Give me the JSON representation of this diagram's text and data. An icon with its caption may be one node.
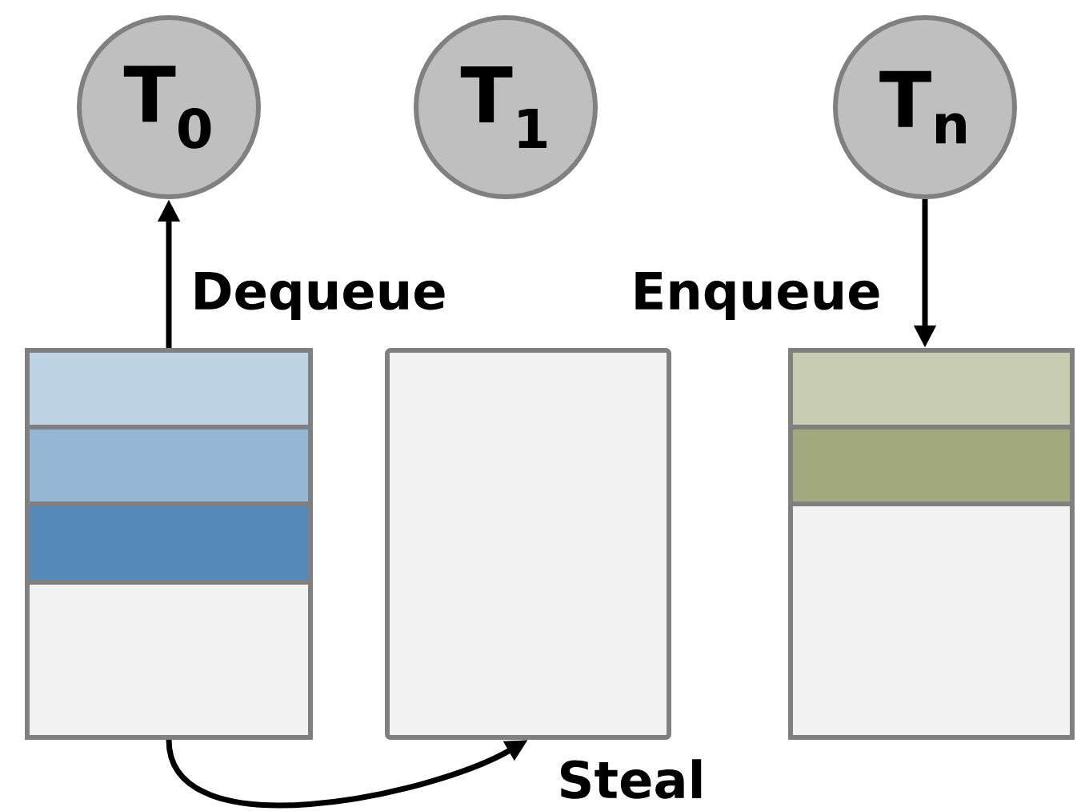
{
  "diagram": {
    "nodes": [
      {
        "text": [
          "T$_{0}$"
        ]
      },
      {
        "text": [
          "T$_{1}$"
        ]
      },
      {
        "text": [
          "T$_{n}$"
        ]
      },
      {
        "text": [],
        "shape": "bar"
      },
      {
        "text": [],
        "shape": "bar"
      },
      {
        "text": [],
        "shape": "bar"
      },
      {
        "text": [],
        "shape": "bar"
      },
      {
        "text": [],
        "shape": "box"
      },
      {
        "text": [],
        "shape": "bar"
      },
      {
        "text": [],
        "shape": "bar"
      },
      {
        "text": [],
        "shape": "bar"
      }
    ],
    "edges": [
      {
        "from": 3,
        "to": 0,
        "arrow": "to",
        "label": "Dequeue"
      },
      {
        "from": 2,
        "to": 8,
        "arrow": "to",
        "label": "Enqueue"
      },
      {
        "from": 6,
        "to": 7,
        "arrow": "to",
        "label": "Steal"
      }
    ]
  }
}
